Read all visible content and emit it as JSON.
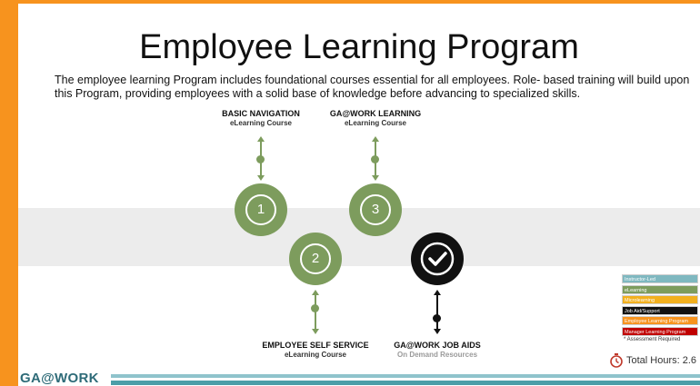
{
  "title": "Employee Learning Program",
  "intro": "The employee learning Program includes foundational courses essential for all employees. Role- based training will build upon this Program, providing employees with a solid base of knowledge before advancing to specialized skills.",
  "courses": [
    {
      "number": "1",
      "name": "BASIC NAVIGATION",
      "type": "eLearning Course"
    },
    {
      "number": "2",
      "name": "EMPLOYEE SELF SERVICE",
      "type": "eLearning Course"
    },
    {
      "number": "3",
      "name": "GA@WORK LEARNING",
      "type": "eLearning Course"
    }
  ],
  "job_aids": {
    "name": "GA@WORK JOB AIDS",
    "type": "On Demand Resources",
    "icon": "checkmark-icon"
  },
  "legend": [
    {
      "label": "Instructor-Led",
      "color": "#7fb8c0"
    },
    {
      "label": "eLearning",
      "color": "#7d9c5d"
    },
    {
      "label": "Microlearning",
      "color": "#f2b01e"
    },
    {
      "label": "Job Aid/Support",
      "color": "#111111"
    },
    {
      "label": "Employee Learning Program",
      "color": "#f7931e"
    },
    {
      "label": "Manager Learning Program",
      "color": "#c00000"
    }
  ],
  "assessment_note": "* Assessment Required",
  "total_hours": "Total Hours: 2.6",
  "logo": "GA@WORK",
  "colors": {
    "accent": "#7d9c5d",
    "brand": "#f7931e",
    "footer": "#4b9ea8"
  }
}
